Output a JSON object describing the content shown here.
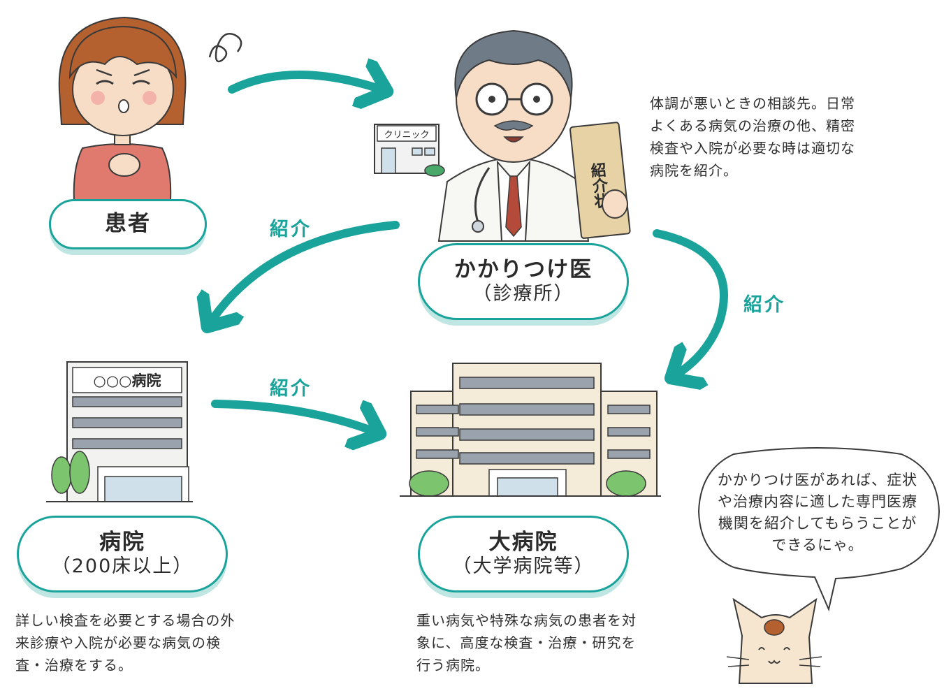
{
  "nodes": {
    "patient": {
      "title": "患者"
    },
    "doctor": {
      "title": "かかりつけ医",
      "subtitle": "（診療所）",
      "description": "体調が悪いときの相談先。日常よくある病気の治療の他、精密検査や入院が必要な時は適切な病院を紹介。"
    },
    "hospital": {
      "title": "病院",
      "subtitle": "（200床以上）",
      "description": "詳しい検査を必要とする場合の外来診療や入院が必要な病気の検査・治療をする。"
    },
    "big_hospital": {
      "title": "大病院",
      "subtitle": "（大学病院等）",
      "description": "重い病気や特殊な病気の患者を対象に、高度な検査・治療・研究を行う病院。"
    }
  },
  "arrows": {
    "doctor_to_hospital": "紹介",
    "doctor_to_big": "紹介",
    "hospital_to_big": "紹介"
  },
  "illustration_text": {
    "clinic_sign": "クリニック",
    "hospital_sign": "○○○病院",
    "referral_letter": "紹介状"
  },
  "speech_bubble": "かかりつけ医があれば、症状や治療内容に適した専門医療機関を紹介してもらうことができるにゃ。",
  "colors": {
    "accent": "#1aa39a",
    "accent_light": "#bfe6e2",
    "text": "#2b2b2b"
  },
  "icons": [
    "patient-illustration",
    "doctor-illustration",
    "clinic-icon",
    "hospital-building",
    "large-hospital-building",
    "cat-mascot",
    "speech-bubble"
  ]
}
